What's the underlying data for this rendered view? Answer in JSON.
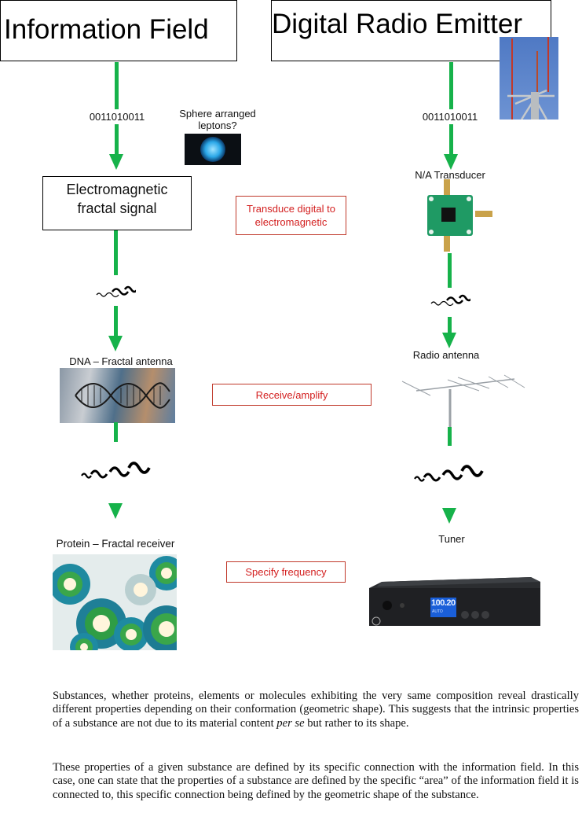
{
  "diagram": {
    "left_column": {
      "title": "Information Field",
      "binary_label": "0011010011",
      "side_note": "Sphere arranged leptons?",
      "side_note_line1": "Sphere arranged",
      "side_note_line2": "leptons?",
      "side_image": "glowing-blue-sphere-image",
      "node_box_line1": "Electromagnetic",
      "node_box_line2": "fractal signal",
      "antenna_label": "DNA – Fractal antenna",
      "antenna_image": "dna-double-helix-image",
      "receiver_label": "Protein – Fractal receiver",
      "receiver_image": "protein-spheres-image"
    },
    "right_column": {
      "title": "Digital Radio Emitter",
      "title_image": "radio-tower-image",
      "binary_label": "0011010011",
      "transducer_label": "N/A Transducer",
      "transducer_image": "circuit-board-image",
      "antenna_label": "Radio antenna",
      "antenna_image": "yagi-antenna-image",
      "tuner_label": "Tuner",
      "tuner_image": "tuner-box-image",
      "tuner_display_value": "100.20",
      "tuner_display_mode": "AUTO"
    },
    "function_boxes": [
      {
        "line1": "Transduce digital to",
        "line2": "electromagnetic"
      },
      {
        "line1": "Receive/amplify"
      },
      {
        "line1": "Specify frequency"
      }
    ],
    "wave_symbol": "~~~~",
    "colors": {
      "arrow": "#16b24a",
      "function_text": "#d31f1f",
      "function_border": "#c0392b"
    }
  },
  "text": {
    "paragraph1_a": "Substances, whether proteins, elements or molecules exhibiting the very same composition reveal drastically different properties depending on their conformation (geometric shape). This suggests that the intrinsic properties of a substance are not due to its material content ",
    "paragraph1_italic": "per se",
    "paragraph1_b": " but rather to its shape.",
    "paragraph2": "These properties of a given substance are defined by its specific connection with the information field. In this case, one can state that the properties of a substance are defined by the specific “area” of the information field it is connected to, this specific connection being defined by the geometric shape of the substance."
  }
}
